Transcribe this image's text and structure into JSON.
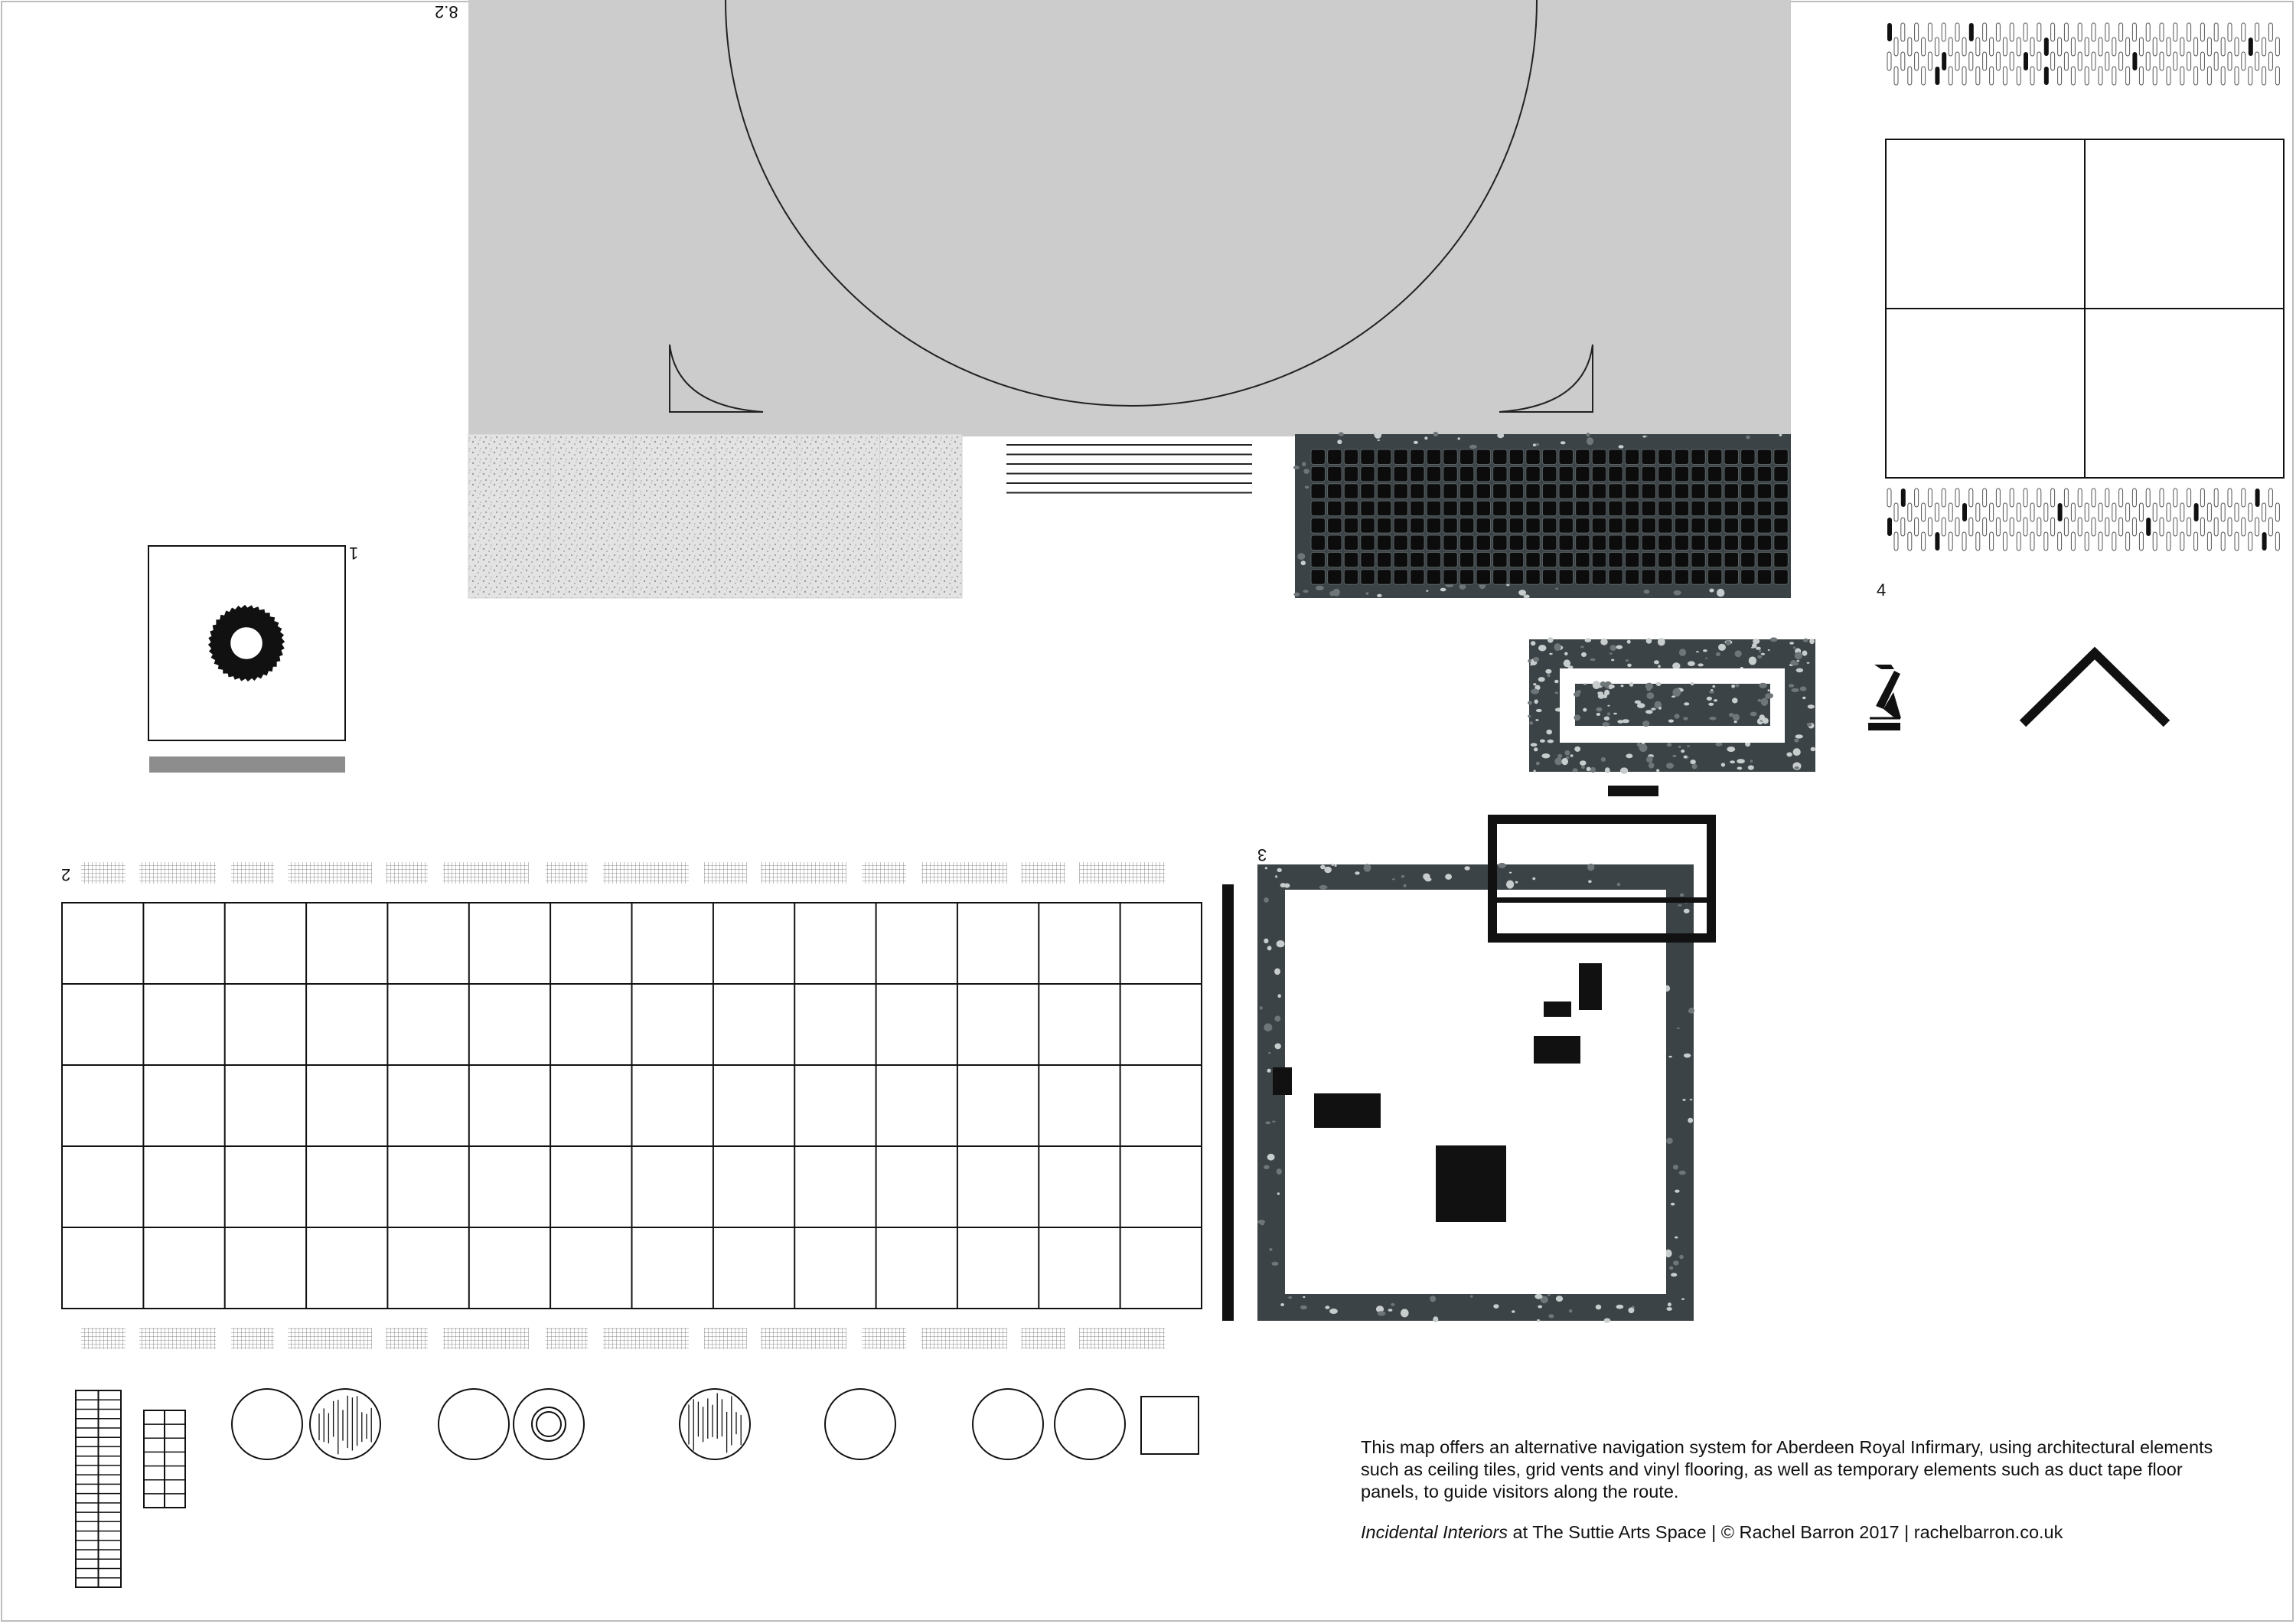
{
  "map": {
    "section_labels": {
      "one": "1",
      "two": "2",
      "three": "3",
      "four": "4",
      "eight_two": "8.2"
    },
    "colors": {
      "ceiling_grey": "#cccccc",
      "terrazzo_dark": "#3c4346",
      "terrazzo_fleck": "#c7cccd",
      "line": "#111111",
      "bar_grey": "#8d8d8d"
    },
    "icons": [
      "ceiling-diffuser-icon",
      "chevron-up-icon",
      "triangle-marker-icon"
    ]
  },
  "caption": {
    "description": "This map offers an alternative navigation system for Aberdeen Royal Infirmary, using architectural elements such as ceiling tiles, grid vents and vinyl flooring, as well as temporary elements such as duct tape floor panels, to guide visitors along the route.",
    "exhibition_title": "Incidental Interiors",
    "venue": " at The Suttie Arts Space  |  © Rachel Barron 2017  |  rachelbarron.co.uk"
  }
}
